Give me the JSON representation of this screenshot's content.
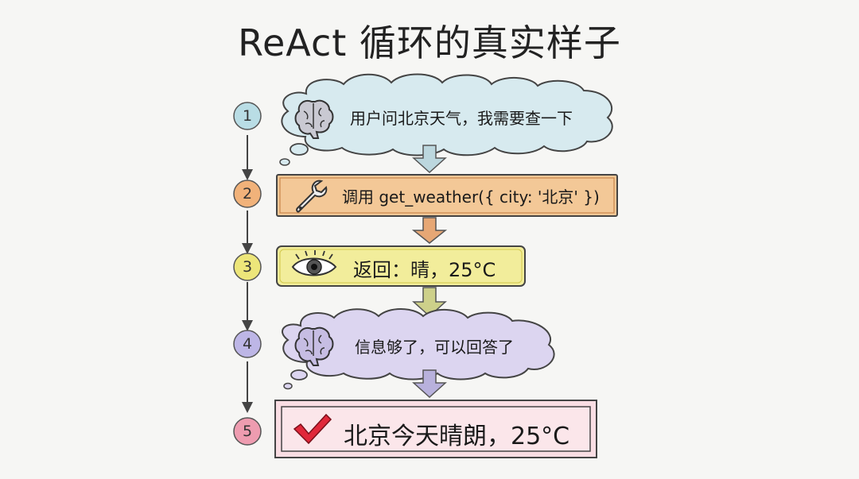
{
  "title": "ReAct 循环的真实样子",
  "steps": [
    {
      "num": "1",
      "icon": "brain-icon",
      "text": "用户问北京天气，我需要查一下",
      "color": "#cfe6ec"
    },
    {
      "num": "2",
      "icon": "wrench-icon",
      "text": "调用 get_weather({ city: '北京' })",
      "color": "#f2c291"
    },
    {
      "num": "3",
      "icon": "eye-icon",
      "text": "返回：晴，25°C",
      "color": "#f2ee99"
    },
    {
      "num": "4",
      "icon": "brain-icon",
      "text": "信息够了，可以回答了",
      "color": "#ded6f1"
    },
    {
      "num": "5",
      "icon": "checkmark-icon",
      "text": "北京今天晴朗，25°C",
      "color": "#f7d3da"
    }
  ],
  "colors": {
    "step1": "#a9d3dd",
    "step2": "#e89a57",
    "step3": "#e3dc55",
    "step4": "#aaa2dd",
    "step5": "#e1869b",
    "ink": "#3a3a3a"
  }
}
